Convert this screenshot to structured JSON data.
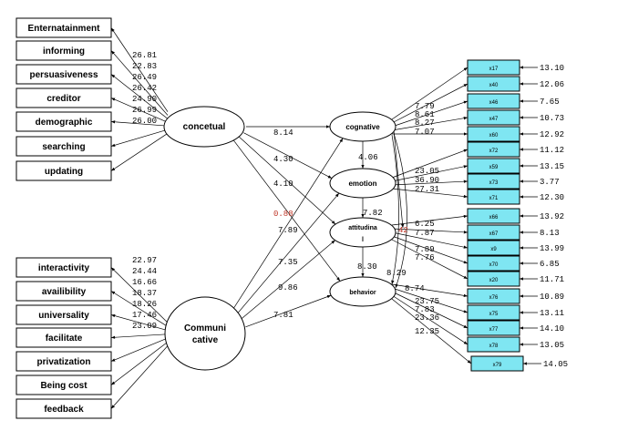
{
  "colors": {
    "indicator_fill": "#7fe6f2",
    "highlight": "#c0392b"
  },
  "exogenous": {
    "conceptual": {
      "label": "concetual",
      "observed": [
        "Enternatainment",
        "informing",
        "persuasiveness",
        "creditor",
        "demographic",
        "searching",
        "updating"
      ],
      "loadings": [
        "26.81",
        "22.83",
        "26.49",
        "26.42",
        "24.90",
        "26.99",
        "26.00"
      ]
    },
    "communicative": {
      "label_line1": "Communi",
      "label_line2": "cative",
      "observed": [
        "interactivity",
        "availibility",
        "universality",
        "facilitate",
        "privatization",
        "Being cost",
        "feedback"
      ],
      "loadings": [
        "22.97",
        "24.44",
        "16.66",
        "18.37",
        "18.26",
        "17.46",
        "23.09"
      ]
    }
  },
  "endogenous": {
    "cognitive": "cognative",
    "emotion": "emotion",
    "attitude_line1": "attitudina",
    "attitude_line2": "l",
    "behavior": "behavior"
  },
  "structural_paths": {
    "conceptual_cognitive": "8.14",
    "conceptual_emotion": "4.30",
    "conceptual_attitude": "4.10",
    "conceptual_behavior": "0.88",
    "communicative_cognitive": "7.89",
    "communicative_emotion": "7.35",
    "communicative_attitude": "9.86",
    "communicative_behavior": "7.81",
    "cognitive_emotion": "4.06",
    "emotion_attitude": "7.82",
    "attitude_behavior": "8.30",
    "cognitive_behavior_left": "8.29",
    "cognitive_behavior_right": "8.74",
    "cognitive_attitude": "42"
  },
  "indicators": [
    {
      "name": "x17",
      "loading": "7.79",
      "error": "13.10"
    },
    {
      "name": "x40",
      "loading": "8.61",
      "error": "12.06"
    },
    {
      "name": "x46",
      "loading": "8.27",
      "error": "7.65"
    },
    {
      "name": "x47",
      "loading": "7.07",
      "error": "10.73"
    },
    {
      "name": "x60",
      "loading": "",
      "error": "12.92"
    },
    {
      "name": "x72",
      "loading": "23.05",
      "error": "11.12"
    },
    {
      "name": "x59",
      "loading": "36.90",
      "error": "13.15"
    },
    {
      "name": "x73",
      "loading": "27.31",
      "error": "3.77"
    },
    {
      "name": "x71",
      "loading": "",
      "error": "12.30"
    },
    {
      "name": "x66",
      "loading": "6.25",
      "error": "13.92"
    },
    {
      "name": "x67",
      "loading": "7.87",
      "error": "8.13"
    },
    {
      "name": "x9",
      "loading": "7.89",
      "error": "13.99"
    },
    {
      "name": "x70",
      "loading": "7.76",
      "error": "6.85"
    },
    {
      "name": "x20",
      "loading": "",
      "error": "11.71"
    },
    {
      "name": "x76",
      "loading": "23.75",
      "error": "10.89"
    },
    {
      "name": "x75",
      "loading": "7.83",
      "error": "13.11"
    },
    {
      "name": "x77",
      "loading": "23.36",
      "error": "14.10"
    },
    {
      "name": "x78",
      "loading": "12.35",
      "error": "13.05"
    },
    {
      "name": "x79",
      "loading": "",
      "error": "14.05"
    }
  ]
}
